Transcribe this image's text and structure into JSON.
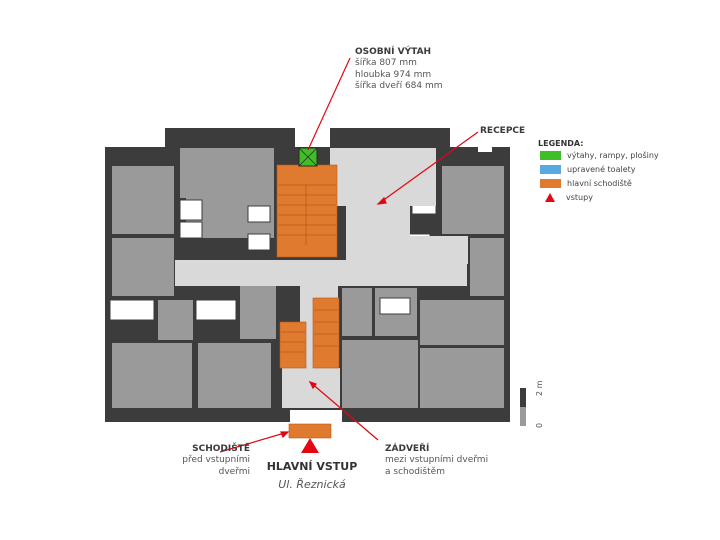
{
  "labels": {
    "elevator": {
      "title": "OSOBNÍ VÝTAH",
      "lines": [
        "šířka 807 mm",
        "hloubka 974 mm",
        "šířka dveří 684 mm"
      ]
    },
    "reception": {
      "title": "RECEPCE"
    },
    "stairs_before_door": {
      "title": "SCHODIŠTĚ",
      "sub": "před vstupními dveřmi"
    },
    "main_entrance": {
      "title": "HLAVNÍ VSTUP",
      "sub": "Ul. Řeznická"
    },
    "vestibule": {
      "title": "ZÁDVEŘÍ",
      "lines": [
        "mezi vstupními dveřmi",
        "a schodištěm"
      ]
    }
  },
  "legend": {
    "title": "LEGENDA:",
    "items": [
      {
        "label": "výtahy, rampy, plošiny",
        "color": "#3fbe28",
        "shape": "swatch"
      },
      {
        "label": "upravené toalety",
        "color": "#5aa8e0",
        "shape": "swatch"
      },
      {
        "label": "hlavní schodiště",
        "color": "#e07a2e",
        "shape": "swatch"
      },
      {
        "label": "vstupy",
        "color": "#e30613",
        "shape": "triangle"
      }
    ]
  },
  "scale": {
    "zero": "0",
    "two": "2 m"
  },
  "colors": {
    "room": "#9a9a9a",
    "wall": "#3c3c3c",
    "corridor": "#d9d9d9",
    "stairs": "#e07a2e",
    "elevator": "#3fbe28",
    "entrance": "#e30613",
    "leader": "#e30613"
  }
}
